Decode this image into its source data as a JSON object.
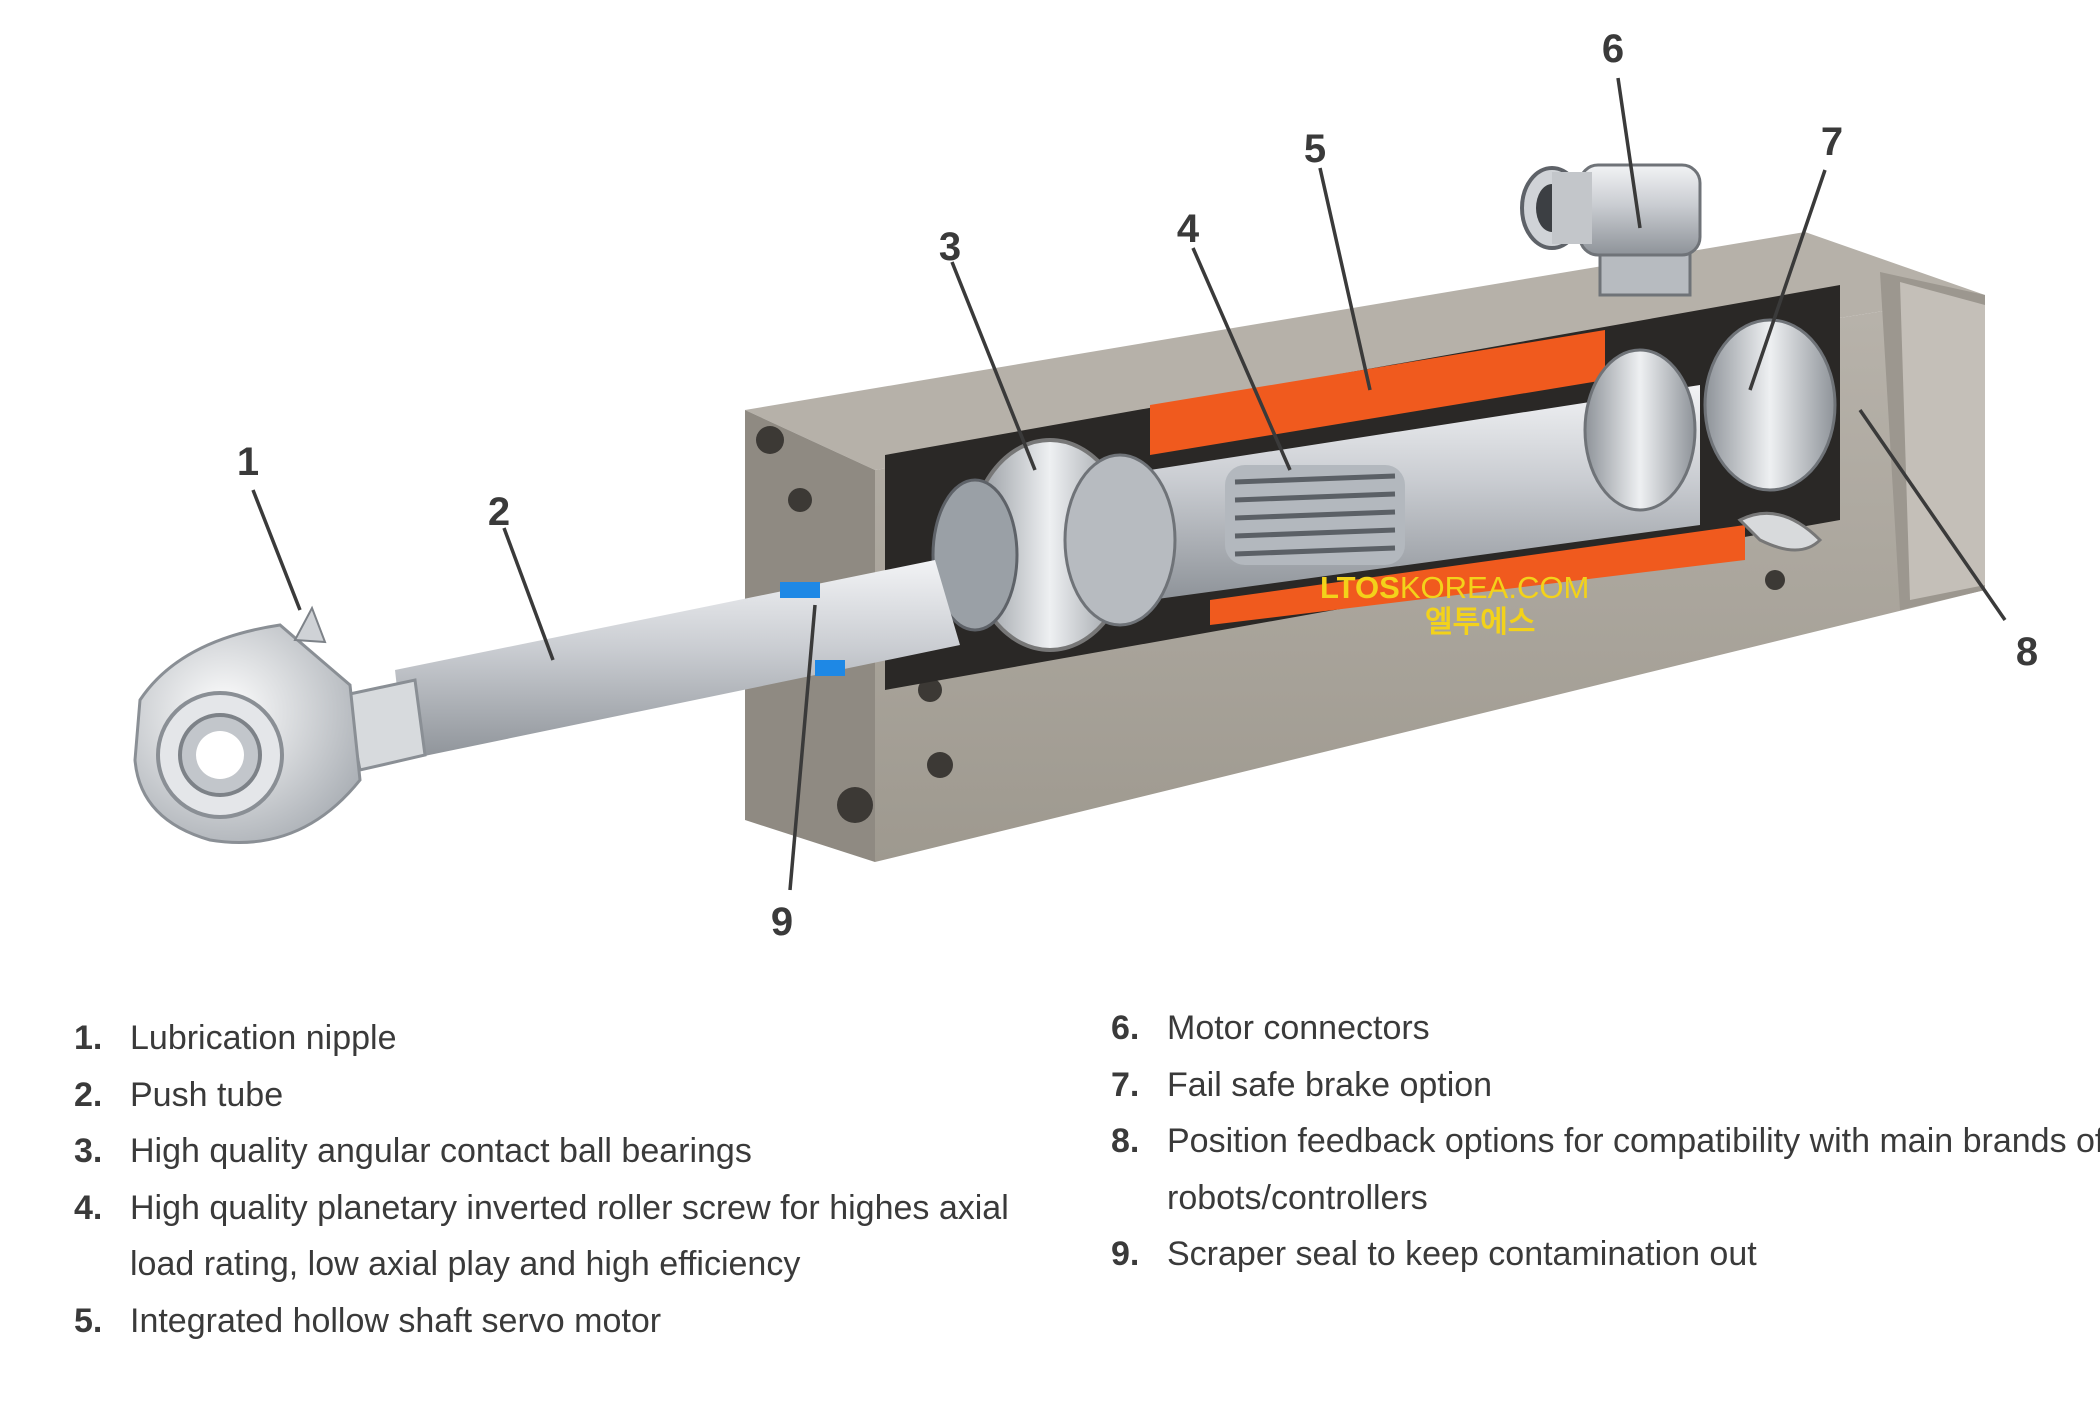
{
  "callouts": {
    "c1": "1",
    "c2": "2",
    "c3": "3",
    "c4": "4",
    "c5": "5",
    "c6": "6",
    "c7": "7",
    "c8": "8",
    "c9": "9"
  },
  "watermark": {
    "brand_bold": "LTOS",
    "brand_light": "KOREA.COM",
    "korean": "엘투에스"
  },
  "legend_left": [
    {
      "num": "1.",
      "text": "Lubrication nipple"
    },
    {
      "num": "2.",
      "text": "Push tube"
    },
    {
      "num": "3.",
      "text": "High quality angular contact ball bearings"
    },
    {
      "num": "4.",
      "text": "High quality planetary inverted roller screw for highes axial load rating, low axial play and high efficiency"
    },
    {
      "num": "5.",
      "text": "Integrated hollow shaft servo motor"
    }
  ],
  "legend_right": [
    {
      "num": "6.",
      "text": "Motor connectors"
    },
    {
      "num": "7.",
      "text": "Fail safe brake option"
    },
    {
      "num": "8.",
      "text": "Position feedback options for compatibility with main brands of robots/controllers"
    },
    {
      "num": "9.",
      "text": "Scraper seal to keep contamination out"
    }
  ],
  "colors": {
    "housing": "#a9a49c",
    "motor_orange": "#f05a1e",
    "steel": "#c9ccd0",
    "text": "#3a3a3a",
    "watermark": "#f3d21a"
  }
}
